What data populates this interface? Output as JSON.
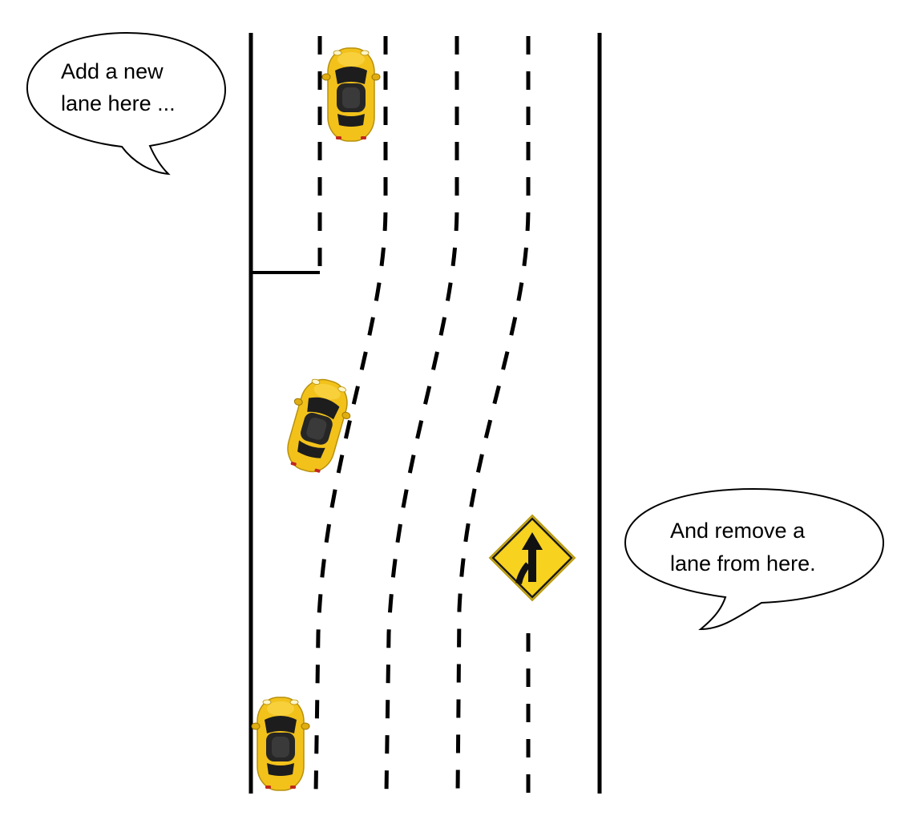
{
  "callouts": {
    "add_lane": {
      "line1": "Add a new",
      "line2": "lane here ..."
    },
    "remove_lane": {
      "line1": "And remove a",
      "line2": "lane from here."
    }
  },
  "road": {
    "marking_color": "#000000",
    "background": "#ffffff"
  },
  "vehicles": {
    "count": 3,
    "color": "#f2c21b",
    "icon": "car-top-view-icon"
  },
  "sign": {
    "icon": "lane-merge-sign-icon",
    "color": "#f7d21f"
  }
}
